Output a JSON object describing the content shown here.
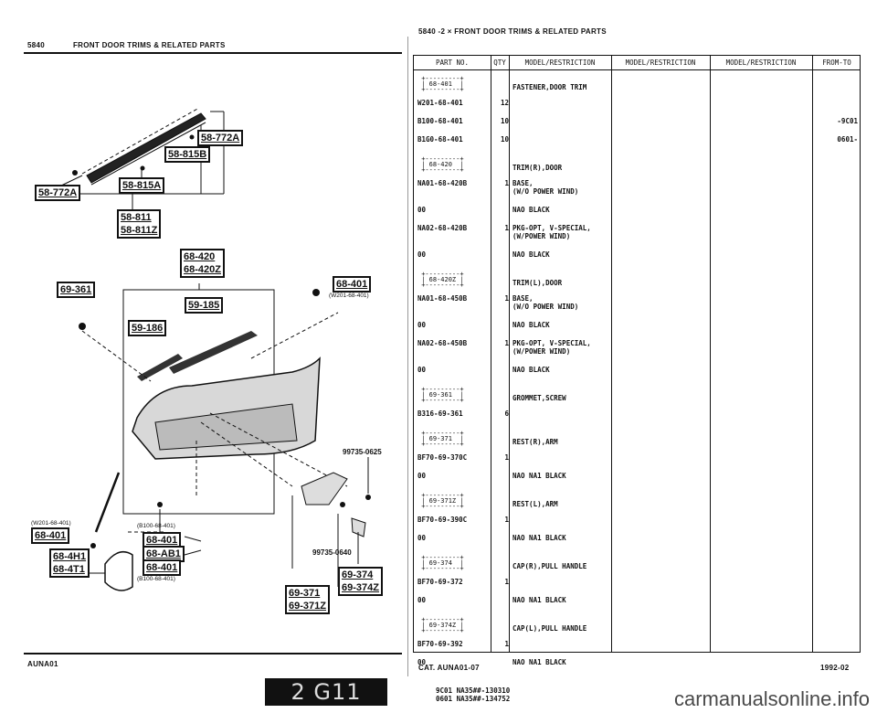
{
  "left_header": {
    "code": "5840",
    "title": "FRONT DOOR TRIMS & RELATED PARTS"
  },
  "right_header": {
    "title": "5840 -2 × FRONT DOOR TRIMS & RELATED PARTS"
  },
  "diagram": {
    "callouts": {
      "c_58772a_top": "58-772A",
      "c_58815b": "58-815B",
      "c_58772a_left": "58-772A",
      "c_58815a": "58-815A",
      "c_58811": [
        "58-811",
        "58-811Z"
      ],
      "c_68420": [
        "68-420",
        "68-420Z"
      ],
      "c_69361": "69-361",
      "c_59185": "59-185",
      "c_59186": "59-186",
      "c_68401_top": "68-401",
      "c_68401_left": "68-401",
      "c_684h1": [
        "68-4H1",
        "68-4T1"
      ],
      "c_68401_a": "68-401",
      "c_68ab1": "68-AB1",
      "c_68401_b": "68-401",
      "c_69371": [
        "69-371",
        "69-371Z"
      ],
      "c_69374": [
        "69-374",
        "69-374Z"
      ]
    },
    "labels": {
      "w201_top": "(W201-68-401)",
      "w201_left": "(W201-68-401)",
      "b100_top": "(B100-68-401)",
      "b100_bottom": "(B100-68-401)",
      "p99735_0625": "99735-0625",
      "p99735_0640": "99735-0640"
    }
  },
  "table": {
    "headers": {
      "part_no": "PART NO.",
      "qty": "QTY",
      "model1": "MODEL/RESTRICTION",
      "model2": "MODEL/RESTRICTION",
      "model3": "MODEL/RESTRICTION",
      "from_to": "FROM-TO"
    },
    "groups": [
      {
        "frame": "68-401",
        "desc": "FASTENER,DOOR TRIM",
        "rows": [
          {
            "pn": "W201-68-401",
            "qty": "12",
            "desc": "",
            "ft": ""
          },
          {
            "pn": "B100-68-401",
            "qty": "10",
            "desc": "",
            "ft": "-9C01"
          },
          {
            "pn": "B1G0-68-401",
            "qty": "10",
            "desc": "",
            "ft": "0601-"
          }
        ]
      },
      {
        "frame": "68-420",
        "desc": "TRIM(R),DOOR",
        "rows": [
          {
            "pn": "NA01-68-420B",
            "qty": "1",
            "desc": "BASE,\n(W/O POWER WIND)",
            "ft": ""
          },
          {
            "pn": "00",
            "qty": "",
            "desc": "NAO BLACK",
            "ft": ""
          },
          {
            "pn": "NA02-68-420B",
            "qty": "1",
            "desc": "PKG-OPT, V-SPECIAL,\n(W/POWER WIND)",
            "ft": ""
          },
          {
            "pn": "00",
            "qty": "",
            "desc": "NAO BLACK",
            "ft": ""
          }
        ]
      },
      {
        "frame": "68-420Z",
        "desc": "TRIM(L),DOOR",
        "rows": [
          {
            "pn": "NA01-68-450B",
            "qty": "1",
            "desc": "BASE,\n(W/O POWER WIND)",
            "ft": ""
          },
          {
            "pn": "00",
            "qty": "",
            "desc": "NAO BLACK",
            "ft": ""
          },
          {
            "pn": "NA02-68-450B",
            "qty": "1",
            "desc": "PKG-OPT, V-SPECIAL,\n(W/POWER WIND)",
            "ft": ""
          },
          {
            "pn": "00",
            "qty": "",
            "desc": "NAO BLACK",
            "ft": ""
          }
        ]
      },
      {
        "frame": "69-361",
        "desc": "GROMMET,SCREW",
        "rows": [
          {
            "pn": "B316-69-361",
            "qty": "6",
            "desc": "",
            "ft": ""
          }
        ]
      },
      {
        "frame": "69-371",
        "desc": "REST(R),ARM",
        "rows": [
          {
            "pn": "BF70-69-370C",
            "qty": "1",
            "desc": "",
            "ft": ""
          },
          {
            "pn": "00",
            "qty": "",
            "desc": "NAO NA1 BLACK",
            "ft": ""
          }
        ]
      },
      {
        "frame": "69-371Z",
        "desc": "REST(L),ARM",
        "rows": [
          {
            "pn": "BF70-69-390C",
            "qty": "1",
            "desc": "",
            "ft": ""
          },
          {
            "pn": "00",
            "qty": "",
            "desc": "NAO NA1 BLACK",
            "ft": ""
          }
        ]
      },
      {
        "frame": "69-374",
        "desc": "CAP(R),PULL HANDLE",
        "rows": [
          {
            "pn": "BF70-69-372",
            "qty": "1",
            "desc": "",
            "ft": ""
          },
          {
            "pn": "00",
            "qty": "",
            "desc": "NAO NA1 BLACK",
            "ft": ""
          }
        ]
      },
      {
        "frame": "69-374Z",
        "desc": "CAP(L),PULL HANDLE",
        "rows": [
          {
            "pn": "BF70-69-392",
            "qty": "1",
            "desc": "",
            "ft": ""
          },
          {
            "pn": "00",
            "qty": "",
            "desc": "NAO NA1 BLACK",
            "ft": ""
          }
        ]
      }
    ],
    "notes": [
      "9C01 NA35##-130310",
      "0601 NA35##-134752"
    ]
  },
  "footer": {
    "left_code": "AUNA01",
    "right_cat": "CAT. AUNA01-07",
    "right_date": "1992-02",
    "page_badge": "2 G11",
    "watermark": "carmanualsonline.info"
  }
}
